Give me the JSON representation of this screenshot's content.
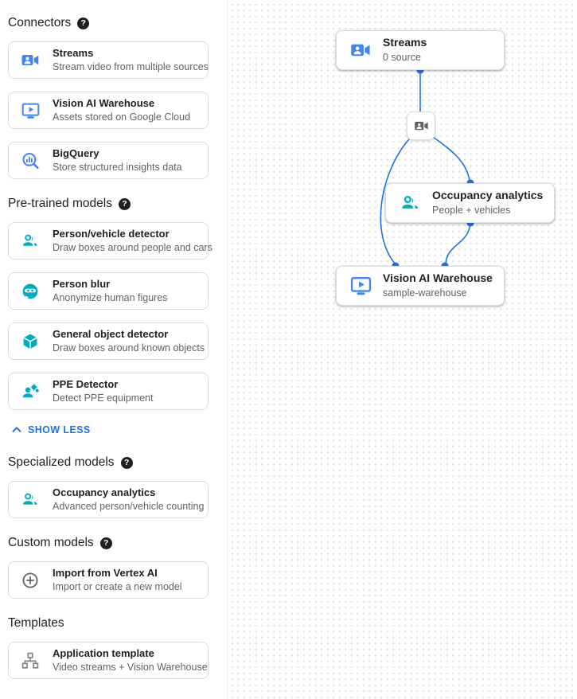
{
  "colors": {
    "accent_blue": "#1a73e8",
    "icon_blue": "#4285f4",
    "icon_teal": "#00acc1",
    "icon_gray": "#5f6368",
    "card_border": "#dadce0",
    "subtitle_gray": "#5f6368",
    "grid_dot": "#e0e0e0"
  },
  "sidebar": {
    "sections": {
      "connectors": {
        "title": "Connectors",
        "help_icon": "help-icon",
        "cards": [
          {
            "icon": "video-camera-icon",
            "title": "Streams",
            "subtitle": "Stream video from multiple sources"
          },
          {
            "icon": "monitor-play-icon",
            "title": "Vision AI Warehouse",
            "subtitle": "Assets stored on Google Cloud"
          },
          {
            "icon": "bigquery-magnifier-icon",
            "title": "BigQuery",
            "subtitle": "Store structured insights data"
          }
        ]
      },
      "pretrained": {
        "title": "Pre-trained models",
        "help_icon": "help-icon",
        "cards": [
          {
            "icon": "people-icon",
            "title": "Person/vehicle detector",
            "subtitle": "Draw boxes around people and cars"
          },
          {
            "icon": "face-blur-icon",
            "title": "Person blur",
            "subtitle": "Anonymize human figures"
          },
          {
            "icon": "cube-icon",
            "title": "General object detector",
            "subtitle": "Draw boxes around known objects"
          },
          {
            "icon": "person-gear-icon",
            "title": "PPE Detector",
            "subtitle": "Detect PPE equipment"
          }
        ],
        "show_less_label": "SHOW LESS"
      },
      "specialized": {
        "title": "Specialized models",
        "help_icon": "help-icon",
        "cards": [
          {
            "icon": "people-icon",
            "title": "Occupancy analytics",
            "subtitle": "Advanced person/vehicle counting"
          }
        ]
      },
      "custom": {
        "title": "Custom models",
        "help_icon": "help-icon",
        "cards": [
          {
            "icon": "plus-circle-icon",
            "title": "Import from Vertex AI",
            "subtitle": "Import or create a new model"
          }
        ]
      },
      "templates": {
        "title": "Templates",
        "cards": [
          {
            "icon": "hierarchy-icon",
            "title": "Application template",
            "subtitle": "Video streams + Vision Warehouse"
          }
        ]
      }
    }
  },
  "canvas": {
    "nodes": {
      "streams": {
        "icon": "video-camera-icon",
        "title": "Streams",
        "subtitle": "0 source"
      },
      "stream_mini": {
        "icon": "video-camera-icon"
      },
      "occupancy": {
        "icon": "people-icon",
        "title": "Occupancy analytics",
        "subtitle": "People + vehicles"
      },
      "warehouse": {
        "icon": "monitor-play-icon",
        "title": "Vision AI Warehouse",
        "subtitle": "sample-warehouse"
      }
    }
  }
}
